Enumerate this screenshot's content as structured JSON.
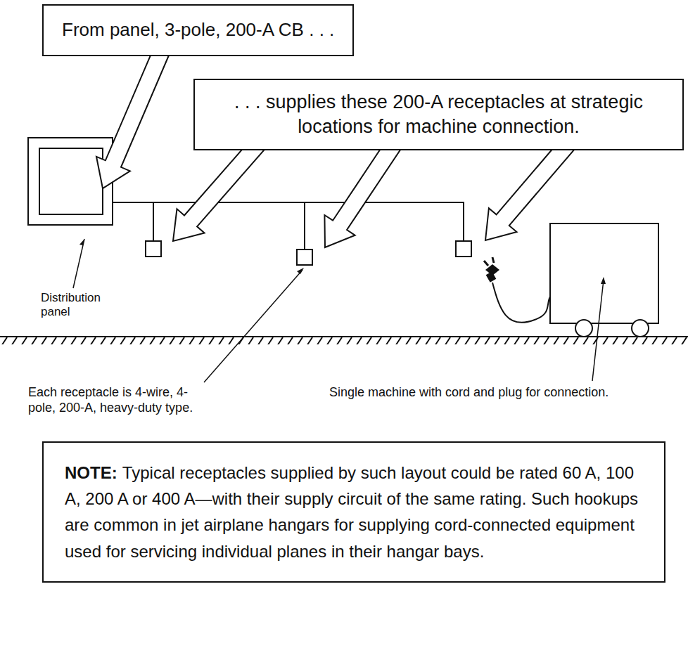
{
  "diagram": {
    "nodes": [
      {
        "text": [
          "From panel, 3-pole, 200-A CB . . ."
        ]
      },
      {
        "text": [
          ". . . supplies these 200-A receptacles at strategic locations for machine connection."
        ]
      },
      {
        "text": [
          "NOTE:",
          "Typical receptacles supplied by such layout could be rated 60 A, 100 A, 200 A or 400 A—with their supply circuit of the same rating. Such hookups are common in jet airplane hangars for supplying cord-connected equipment used for servicing individual planes in their hangar bays."
        ]
      }
    ],
    "labels": [
      "Distribution panel",
      "Each receptacle is 4-wire, 4-pole, 200-A, heavy-duty type.",
      "Single machine with cord and plug for connection."
    ]
  }
}
